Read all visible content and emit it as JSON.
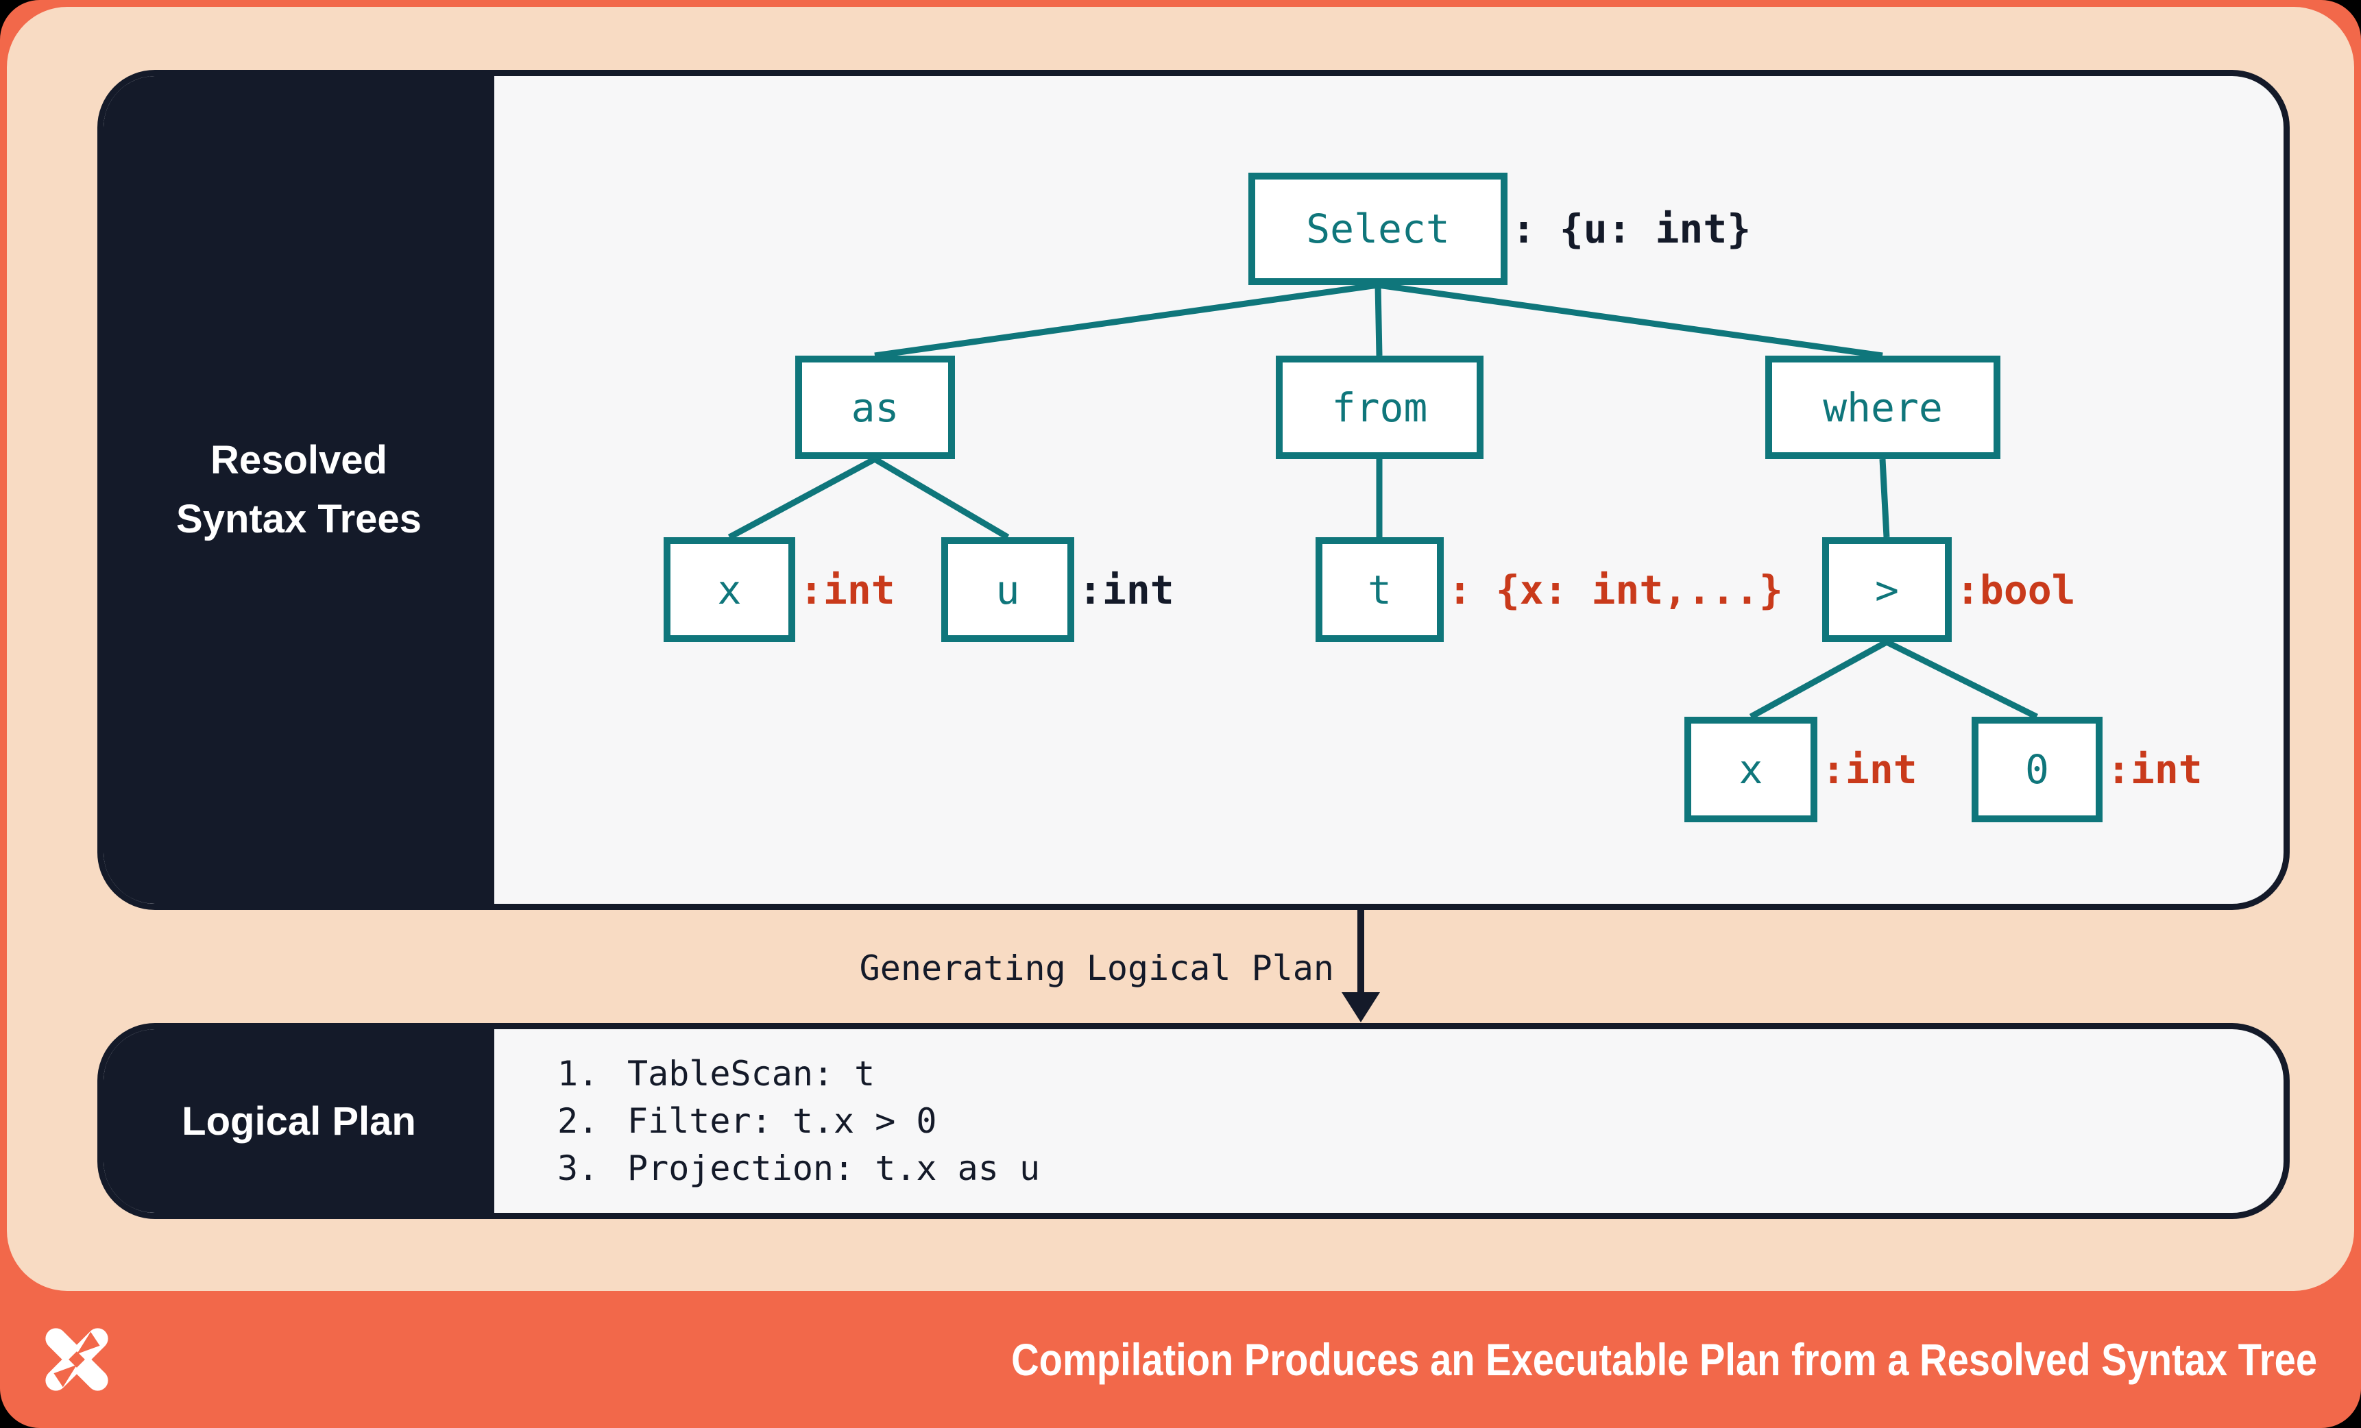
{
  "colors": {
    "coral": "#F2684A",
    "peach": "#F8DBC3",
    "navy": "#141A29",
    "teal": "#0F767B",
    "red": "#C93A1B",
    "panel_bg": "#F7F7F8"
  },
  "syntax_panel": {
    "label_line1": "Resolved",
    "label_line2": "Syntax Trees"
  },
  "tree": {
    "nodes": [
      {
        "id": "select",
        "label": "Select",
        "annotation": ": {u: int}"
      },
      {
        "id": "as",
        "label": "as",
        "annotation": ""
      },
      {
        "id": "from",
        "label": "from",
        "annotation": ""
      },
      {
        "id": "where",
        "label": "where",
        "annotation": ""
      },
      {
        "id": "x1",
        "label": "x",
        "annotation": ":int"
      },
      {
        "id": "u",
        "label": "u",
        "annotation": ":int"
      },
      {
        "id": "t",
        "label": "t",
        "annotation": ": {x: int,...}"
      },
      {
        "id": "gt",
        "label": ">",
        "annotation": ":bool"
      },
      {
        "id": "x2",
        "label": "x",
        "annotation": ":int"
      },
      {
        "id": "zero",
        "label": "0",
        "annotation": ":int"
      }
    ]
  },
  "transition": {
    "caption": "Generating Logical Plan"
  },
  "logical_plan": {
    "label": "Logical Plan",
    "steps": [
      {
        "num": "1.",
        "text": "TableScan: t"
      },
      {
        "num": "2.",
        "text": "Filter: t.x > 0"
      },
      {
        "num": "3.",
        "text": "Projection: t.x as u"
      }
    ]
  },
  "footer": {
    "title": "Compilation Produces an Executable Plan from a Resolved Syntax Tree"
  }
}
